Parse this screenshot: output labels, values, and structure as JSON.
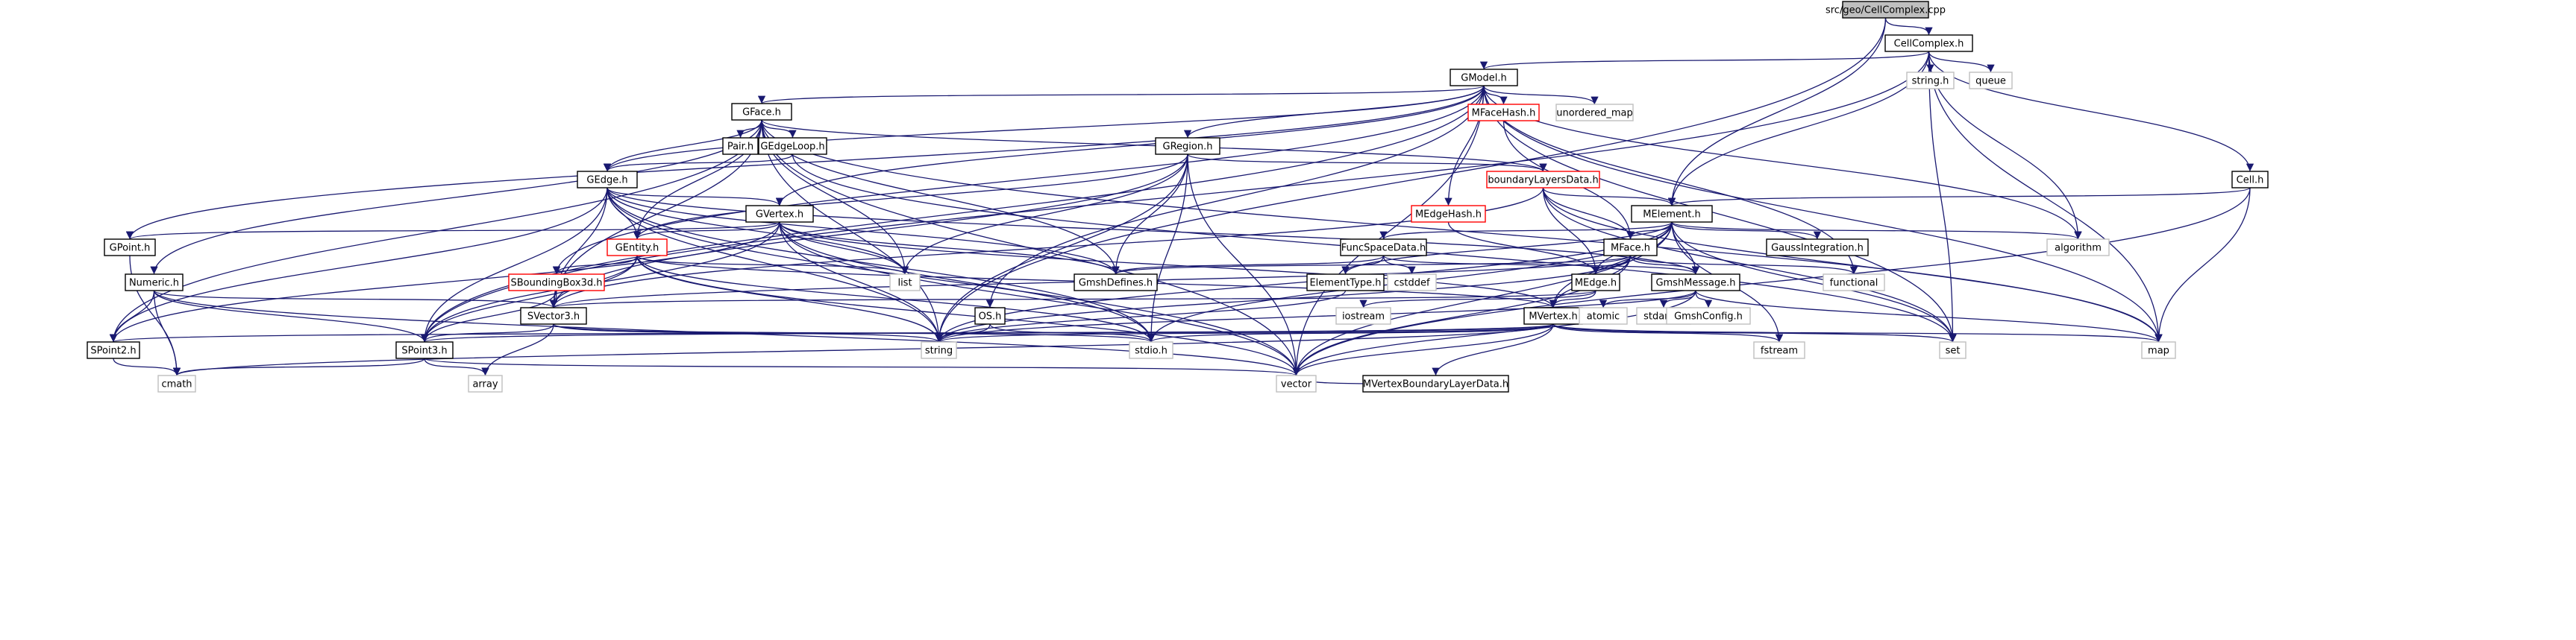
{
  "diagram": {
    "colors": {
      "root_fill": "#bfbfbf",
      "documented_border": "#000000",
      "red_border": "#ff0000",
      "external_border": "#bfbfbf",
      "edge": "#191970"
    },
    "nodes": [
      {
        "id": "root",
        "label": "src/geo/CellComplex.cpp",
        "kind": "root"
      },
      {
        "id": "CellComplex",
        "label": "CellComplex.h",
        "kind": "doc"
      },
      {
        "id": "GModel",
        "label": "GModel.h",
        "kind": "doc"
      },
      {
        "id": "stringh",
        "label": "string.h",
        "kind": "ext"
      },
      {
        "id": "queue",
        "label": "queue",
        "kind": "ext"
      },
      {
        "id": "Cell",
        "label": "Cell.h",
        "kind": "doc"
      },
      {
        "id": "GFace",
        "label": "GFace.h",
        "kind": "doc"
      },
      {
        "id": "MFaceHash",
        "label": "MFaceHash.h",
        "kind": "red"
      },
      {
        "id": "unordered_map",
        "label": "unordered_map",
        "kind": "ext"
      },
      {
        "id": "Pair",
        "label": "Pair.h",
        "kind": "doc"
      },
      {
        "id": "GEdgeLoop",
        "label": "GEdgeLoop.h",
        "kind": "doc"
      },
      {
        "id": "GRegion",
        "label": "GRegion.h",
        "kind": "doc"
      },
      {
        "id": "boundaryLayersData",
        "label": "boundaryLayersData.h",
        "kind": "red"
      },
      {
        "id": "GEdge",
        "label": "GEdge.h",
        "kind": "doc"
      },
      {
        "id": "MEdgeHash",
        "label": "MEdgeHash.h",
        "kind": "red"
      },
      {
        "id": "GVertex",
        "label": "GVertex.h",
        "kind": "doc"
      },
      {
        "id": "MElement",
        "label": "MElement.h",
        "kind": "doc"
      },
      {
        "id": "GPoint",
        "label": "GPoint.h",
        "kind": "doc"
      },
      {
        "id": "GEntity",
        "label": "GEntity.h",
        "kind": "red"
      },
      {
        "id": "FuncSpaceData",
        "label": "FuncSpaceData.h",
        "kind": "doc"
      },
      {
        "id": "MFace",
        "label": "MFace.h",
        "kind": "doc"
      },
      {
        "id": "GaussIntegration",
        "label": "GaussIntegration.h",
        "kind": "doc"
      },
      {
        "id": "algorithm",
        "label": "algorithm",
        "kind": "ext"
      },
      {
        "id": "Numeric",
        "label": "Numeric.h",
        "kind": "doc"
      },
      {
        "id": "list",
        "label": "list",
        "kind": "ext"
      },
      {
        "id": "GmshDefines",
        "label": "GmshDefines.h",
        "kind": "doc"
      },
      {
        "id": "ElementType",
        "label": "ElementType.h",
        "kind": "doc"
      },
      {
        "id": "cstddef",
        "label": "cstddef",
        "kind": "ext"
      },
      {
        "id": "SBoundingBox3d",
        "label": "SBoundingBox3d.h",
        "kind": "red"
      },
      {
        "id": "MEdge",
        "label": "MEdge.h",
        "kind": "doc"
      },
      {
        "id": "GmshMessage",
        "label": "GmshMessage.h",
        "kind": "doc"
      },
      {
        "id": "functional",
        "label": "functional",
        "kind": "ext"
      },
      {
        "id": "SVector3",
        "label": "SVector3.h",
        "kind": "doc"
      },
      {
        "id": "OS",
        "label": "OS.h",
        "kind": "doc"
      },
      {
        "id": "iostream",
        "label": "iostream",
        "kind": "ext"
      },
      {
        "id": "MVertex",
        "label": "MVertex.h",
        "kind": "doc"
      },
      {
        "id": "atomic",
        "label": "atomic",
        "kind": "ext"
      },
      {
        "id": "stdargh",
        "label": "stdarg.h",
        "kind": "ext"
      },
      {
        "id": "GmshConfig",
        "label": "GmshConfig.h",
        "kind": "ext"
      },
      {
        "id": "SPoint2",
        "label": "SPoint2.h",
        "kind": "doc"
      },
      {
        "id": "SPoint3",
        "label": "SPoint3.h",
        "kind": "doc"
      },
      {
        "id": "string",
        "label": "string",
        "kind": "ext"
      },
      {
        "id": "stdioh",
        "label": "stdio.h",
        "kind": "ext"
      },
      {
        "id": "set",
        "label": "set",
        "kind": "ext"
      },
      {
        "id": "map",
        "label": "map",
        "kind": "ext"
      },
      {
        "id": "fstream",
        "label": "fstream",
        "kind": "ext"
      },
      {
        "id": "MVertexBoundaryLayerData",
        "label": "MVertexBoundaryLayerData.h",
        "kind": "doc"
      },
      {
        "id": "cmath",
        "label": "cmath",
        "kind": "ext"
      },
      {
        "id": "array",
        "label": "array",
        "kind": "ext"
      },
      {
        "id": "vector",
        "label": "vector",
        "kind": "ext"
      }
    ],
    "edges": [
      [
        "root",
        "CellComplex"
      ],
      [
        "root",
        "MElement"
      ],
      [
        "root",
        "string"
      ],
      [
        "CellComplex",
        "GModel"
      ],
      [
        "CellComplex",
        "stringh"
      ],
      [
        "CellComplex",
        "queue"
      ],
      [
        "CellComplex",
        "Cell"
      ],
      [
        "CellComplex",
        "MElement"
      ],
      [
        "CellComplex",
        "algorithm"
      ],
      [
        "CellComplex",
        "set"
      ],
      [
        "CellComplex",
        "map"
      ],
      [
        "CellComplex",
        "SPoint3"
      ],
      [
        "GModel",
        "GFace"
      ],
      [
        "GModel",
        "MFaceHash"
      ],
      [
        "GModel",
        "unordered_map"
      ],
      [
        "GModel",
        "GRegion"
      ],
      [
        "GModel",
        "GEdge"
      ],
      [
        "GModel",
        "GVertex"
      ],
      [
        "GModel",
        "MEdgeHash"
      ],
      [
        "GModel",
        "GPoint"
      ],
      [
        "GModel",
        "SBoundingBox3d"
      ],
      [
        "GModel",
        "OS"
      ],
      [
        "GModel",
        "SPoint3"
      ],
      [
        "GModel",
        "algorithm"
      ],
      [
        "GModel",
        "functional"
      ],
      [
        "GModel",
        "set"
      ],
      [
        "GModel",
        "map"
      ],
      [
        "GModel",
        "vector"
      ],
      [
        "Cell",
        "MElement"
      ],
      [
        "Cell",
        "map"
      ],
      [
        "Cell",
        "vector"
      ],
      [
        "GFace",
        "Pair"
      ],
      [
        "GFace",
        "GEdgeLoop"
      ],
      [
        "GFace",
        "GEdge"
      ],
      [
        "GFace",
        "GEntity"
      ],
      [
        "GFace",
        "boundaryLayersData"
      ],
      [
        "GFace",
        "list"
      ],
      [
        "GFace",
        "string"
      ],
      [
        "GFace",
        "GmshDefines"
      ],
      [
        "GFace",
        "SVector3"
      ],
      [
        "GFace",
        "SPoint2"
      ],
      [
        "GFace",
        "Numeric"
      ],
      [
        "GFace",
        "vector"
      ],
      [
        "GFace",
        "map"
      ],
      [
        "MFaceHash",
        "MFace"
      ],
      [
        "GEdgeLoop",
        "GEdge"
      ],
      [
        "GEdgeLoop",
        "set"
      ],
      [
        "GRegion",
        "GEntity"
      ],
      [
        "GRegion",
        "boundaryLayersData"
      ],
      [
        "GRegion",
        "list"
      ],
      [
        "GRegion",
        "GmshDefines"
      ],
      [
        "GRegion",
        "string"
      ],
      [
        "GRegion",
        "stdioh"
      ],
      [
        "GRegion",
        "vector"
      ],
      [
        "GRegion",
        "SVector3"
      ],
      [
        "boundaryLayersData",
        "MElement"
      ],
      [
        "boundaryLayersData",
        "MFace"
      ],
      [
        "boundaryLayersData",
        "MEdge"
      ],
      [
        "boundaryLayersData",
        "SVector3"
      ],
      [
        "boundaryLayersData",
        "map"
      ],
      [
        "boundaryLayersData",
        "set"
      ],
      [
        "GEdge",
        "GVertex"
      ],
      [
        "GEdge",
        "GEntity"
      ],
      [
        "GEdge",
        "GmshDefines"
      ],
      [
        "GEdge",
        "SVector3"
      ],
      [
        "GEdge",
        "SPoint3"
      ],
      [
        "GEdge",
        "SPoint2"
      ],
      [
        "GEdge",
        "list"
      ],
      [
        "GEdge",
        "string"
      ],
      [
        "GEdge",
        "stdioh"
      ],
      [
        "GEdge",
        "vector"
      ],
      [
        "GEdge",
        "GmshMessage"
      ],
      [
        "MEdgeHash",
        "MEdge"
      ],
      [
        "GVertex",
        "GEntity"
      ],
      [
        "GVertex",
        "GPoint"
      ],
      [
        "GVertex",
        "list"
      ],
      [
        "GVertex",
        "GmshDefines"
      ],
      [
        "GVertex",
        "SPoint2"
      ],
      [
        "GVertex",
        "SPoint3"
      ],
      [
        "GVertex",
        "string"
      ],
      [
        "GVertex",
        "stdioh"
      ],
      [
        "GVertex",
        "vector"
      ],
      [
        "GVertex",
        "MVertex"
      ],
      [
        "MElement",
        "FuncSpaceData"
      ],
      [
        "MElement",
        "MFace"
      ],
      [
        "MElement",
        "GaussIntegration"
      ],
      [
        "MElement",
        "algorithm"
      ],
      [
        "MElement",
        "ElementType"
      ],
      [
        "MElement",
        "MEdge"
      ],
      [
        "MElement",
        "GmshMessage"
      ],
      [
        "MElement",
        "MVertex"
      ],
      [
        "MElement",
        "string"
      ],
      [
        "MElement",
        "stdioh"
      ],
      [
        "MElement",
        "vector"
      ],
      [
        "MElement",
        "set"
      ],
      [
        "MElement",
        "fstream"
      ],
      [
        "GPoint",
        "cmath"
      ],
      [
        "GEntity",
        "list"
      ],
      [
        "GEntity",
        "SBoundingBox3d"
      ],
      [
        "GEntity",
        "SPoint3"
      ],
      [
        "GEntity",
        "SVector3"
      ],
      [
        "GEntity",
        "string"
      ],
      [
        "GEntity",
        "vector"
      ],
      [
        "GEntity",
        "stdioh"
      ],
      [
        "GEntity",
        "MVertex"
      ],
      [
        "FuncSpaceData",
        "GmshDefines"
      ],
      [
        "FuncSpaceData",
        "ElementType"
      ],
      [
        "FuncSpaceData",
        "cstddef"
      ],
      [
        "FuncSpaceData",
        "GmshMessage"
      ],
      [
        "MFace",
        "MEdge"
      ],
      [
        "MFace",
        "GmshMessage"
      ],
      [
        "MFace",
        "MVertex"
      ],
      [
        "MFace",
        "functional"
      ],
      [
        "MFace",
        "SVector3"
      ],
      [
        "MFace",
        "vector"
      ],
      [
        "MFace",
        "string"
      ],
      [
        "MFace",
        "GmshDefines"
      ],
      [
        "Numeric",
        "SVector3"
      ],
      [
        "Numeric",
        "SPoint2"
      ],
      [
        "Numeric",
        "SPoint3"
      ],
      [
        "Numeric",
        "cmath"
      ],
      [
        "Numeric",
        "vector"
      ],
      [
        "ElementType",
        "string"
      ],
      [
        "SBoundingBox3d",
        "SVector3"
      ],
      [
        "SBoundingBox3d",
        "SPoint3"
      ],
      [
        "MEdge",
        "MVertex"
      ],
      [
        "MEdge",
        "iostream"
      ],
      [
        "MEdge",
        "SVector3"
      ],
      [
        "GmshMessage",
        "atomic"
      ],
      [
        "GmshMessage",
        "stdargh"
      ],
      [
        "GmshMessage",
        "GmshConfig"
      ],
      [
        "GmshMessage",
        "string"
      ],
      [
        "GmshMessage",
        "vector"
      ],
      [
        "GmshMessage",
        "map"
      ],
      [
        "SVector3",
        "SPoint3"
      ],
      [
        "SVector3",
        "string"
      ],
      [
        "SVector3",
        "stdioh"
      ],
      [
        "SVector3",
        "array"
      ],
      [
        "OS",
        "string"
      ],
      [
        "OS",
        "stdioh"
      ],
      [
        "MVertex",
        "SPoint2"
      ],
      [
        "MVertex",
        "SPoint3"
      ],
      [
        "MVertex",
        "MVertexBoundaryLayerData"
      ],
      [
        "MVertex",
        "string"
      ],
      [
        "MVertex",
        "stdioh"
      ],
      [
        "MVertex",
        "set"
      ],
      [
        "MVertex",
        "map"
      ],
      [
        "MVertex",
        "fstream"
      ],
      [
        "MVertex",
        "cmath"
      ],
      [
        "MVertex",
        "vector"
      ],
      [
        "SPoint2",
        "cmath"
      ],
      [
        "SPoint3",
        "cmath"
      ],
      [
        "SPoint3",
        "vector"
      ],
      [
        "SPoint3",
        "array"
      ],
      [
        "MVertexBoundaryLayerData",
        "vector"
      ]
    ]
  }
}
